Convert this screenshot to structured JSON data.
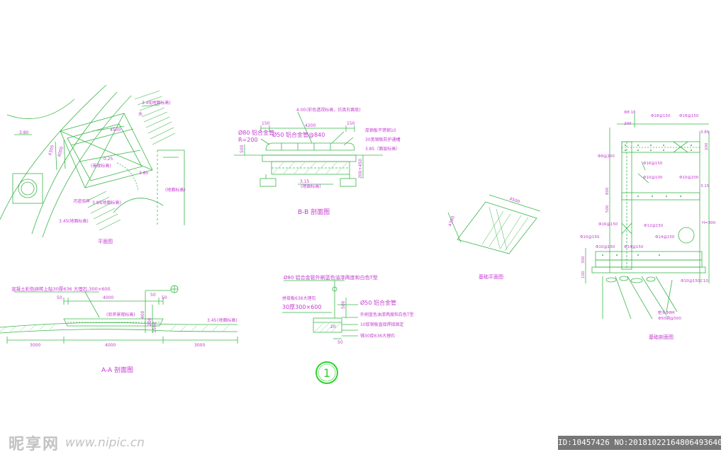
{
  "drawing": {
    "plan": {
      "title": "平面图",
      "dims": [
        "3.80",
        "4500",
        "4300",
        "4000",
        "3.45",
        "3.85",
        "3.85",
        "3.45",
        "0.25"
      ],
      "notes": [
        "(地面标高)",
        "(景观标高)",
        "(地面标高)",
        "(地面标高)",
        "(地面标高)",
        "河道驳岸",
        "水",
        "景"
      ]
    },
    "section_bb": {
      "title": "B-B 剖面图",
      "top_note": "(彩色透视标高，仿真石面底)",
      "dims_top": [
        "150",
        "4200",
        "150"
      ],
      "lamp_label": "Ø80 铝合金管",
      "radius": "R=200",
      "tube_label": "Ø50 铝合金管@840",
      "right_notes": [
        "厚钢板不锈钢10",
        "30宽钢板防护通槽",
        "3.85（面层标高）"
      ],
      "level_bottom": "3.15",
      "level_note": "(地面标高)",
      "dim_500": "500",
      "dim_mix": "200+450",
      "val_4": "4.00"
    },
    "foundation_plan": {
      "title": "基础平面图",
      "dim_w": "4500",
      "dim_h": "4300"
    },
    "foundation_section": {
      "title": "基础剖面图",
      "labels": [
        "Φ8 16",
        "Φ18@150",
        "Φ18@150",
        "3.85",
        "Φ8@200",
        "Φ16@150",
        "Φ10@100",
        "Φ10@200",
        "3.15",
        "Φ16@150",
        "Φ12@150",
        "Φ14@150",
        "Φ10@150",
        "C10",
        "Φ10@150",
        "H=300",
        "Φ10@150",
        "Φ14@150",
        "桩长Φ8M",
        "Φ50钢@500"
      ],
      "dims": [
        "200",
        "800",
        "500",
        "200",
        "300",
        "100"
      ]
    },
    "section_aa": {
      "title": "A-A 剖面图",
      "top_note": "混凝土彩色拼砖上贴30厚636 大理石,300×600.",
      "dims_top": [
        "50",
        "4000",
        "50"
      ],
      "inner_label": "(驳岸景观标高)",
      "level_label": "3.45",
      "level_note": "(地面标高)",
      "dims_bottom": [
        "3000",
        "4000",
        "3000"
      ],
      "side_dims": [
        "400",
        "200",
        "1500"
      ],
      "side_dim_top": "50"
    },
    "detail_1": {
      "top_note": "Ø80 铝合金管外刷蓝色油漆两度和白色T型",
      "left_labels": [
        "拼接板636大理石",
        "30厚300×600"
      ],
      "right_labels": [
        "Ø50 铝合金管",
        "外刷蓝色油漆两度和白色T型",
        "10厚钢板直接焊接固定",
        "铺30厚636大理石"
      ],
      "dims": [
        "500",
        "50",
        "20"
      ],
      "marker": "1"
    }
  },
  "watermark": {
    "site_name": "昵享网",
    "url": "www.nipic.cn",
    "id_text": "ID:10457426 NO:20181022164806493640"
  },
  "colors": {
    "line": "#3ab64a",
    "text": "#c43bd1",
    "background": "#ffffff",
    "marker": "#2fd32f"
  }
}
